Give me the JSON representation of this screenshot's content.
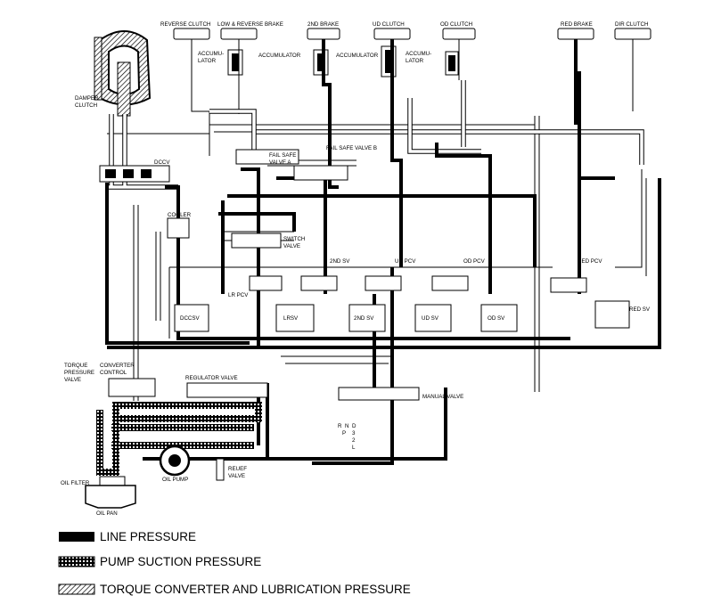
{
  "labels": {
    "reverse_clutch": "REVERSE CLUTCH",
    "low_reverse_brake": "LOW & REVERSE BRAKE",
    "second_brake": "2ND BRAKE",
    "ud_clutch": "UD CLUTCH",
    "od_clutch": "OD CLUTCH",
    "red_brake": "RED BRAKE",
    "dir_clutch": "DIR CLUTCH",
    "accum_l1": "ACCUMU-",
    "accum_l2": "LATOR",
    "accumulator": "ACCUMULATOR",
    "damper_1": "DAMPER",
    "damper_2": "CLUTCH",
    "dccv": "DCCV",
    "fail_safe_a_1": "FAIL SAFE",
    "fail_safe_a_2": "VALVE A",
    "fail_safe_b": "FAIL SAFE VALVE B",
    "cooler": "COOLER",
    "switch_1": "SWITCH",
    "switch_2": "VALVE",
    "second_sv": "2ND SV",
    "ud_pcv": "UD PCV",
    "od_pcv": "OD PCV",
    "red_pcv": "RED PCV",
    "lr_pcv": "LR PCV",
    "dccsv": "DCCSV",
    "lrsv": "LRSV",
    "second_sv_box": "2ND SV",
    "ud_sv": "UD SV",
    "od_sv": "OD SV",
    "red_sv": "RED SV",
    "tpv_1": "TORQUE",
    "tpv_2": "PRESSURE",
    "tpv_3": "VALVE",
    "cc_1": "CONVERTER",
    "cc_2": "CONTROL",
    "regulator": "REGULATOR VALVE",
    "manual": "MANUAL VALVE",
    "gear_r": "R",
    "gear_n": "N",
    "gear_d": "D",
    "gear_p": "P",
    "gear_3": "3",
    "gear_2": "2",
    "gear_l": "L",
    "oil_filter": "OIL FILTER",
    "oil_pump": "OIL PUMP",
    "oil_pan": "OIL PAN",
    "relief_1": "REUEF",
    "relief_2": "VALVE"
  },
  "legend": {
    "line": "LINE PRESSURE",
    "suction": "PUMP SUCTION PRESSURE",
    "torque": "TORQUE CONVERTER AND LUBRICATION PRESSURE"
  }
}
